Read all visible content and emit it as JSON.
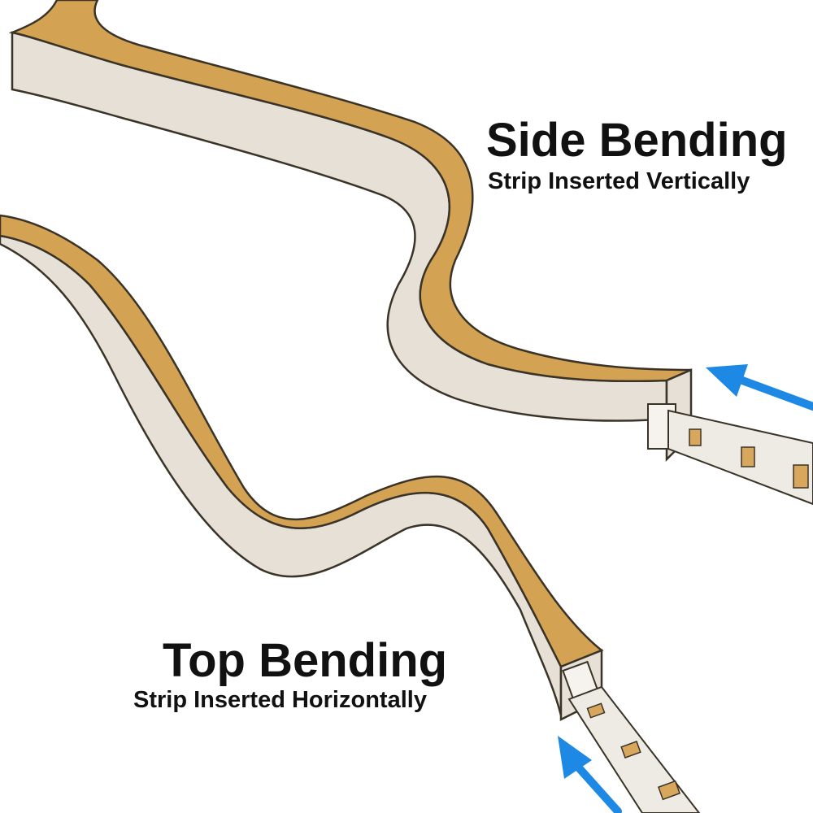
{
  "labels": {
    "side_bending": {
      "title": "Side Bending",
      "subtitle": "Strip Inserted Vertically"
    },
    "top_bending": {
      "title": "Top Bending",
      "subtitle": "Strip Inserted Horizontally"
    }
  },
  "colors": {
    "background": "#ffffff",
    "tube_face": "#e6e0d6",
    "tube_top": "#d4a253",
    "tube_outline": "#3a3428",
    "strip": "#eeeae4",
    "led": "#d8a75c",
    "arrow": "#1e88e5",
    "text": "#111111"
  },
  "icons": {
    "side_arrow": "arrow-icon",
    "top_arrow": "arrow-icon"
  }
}
